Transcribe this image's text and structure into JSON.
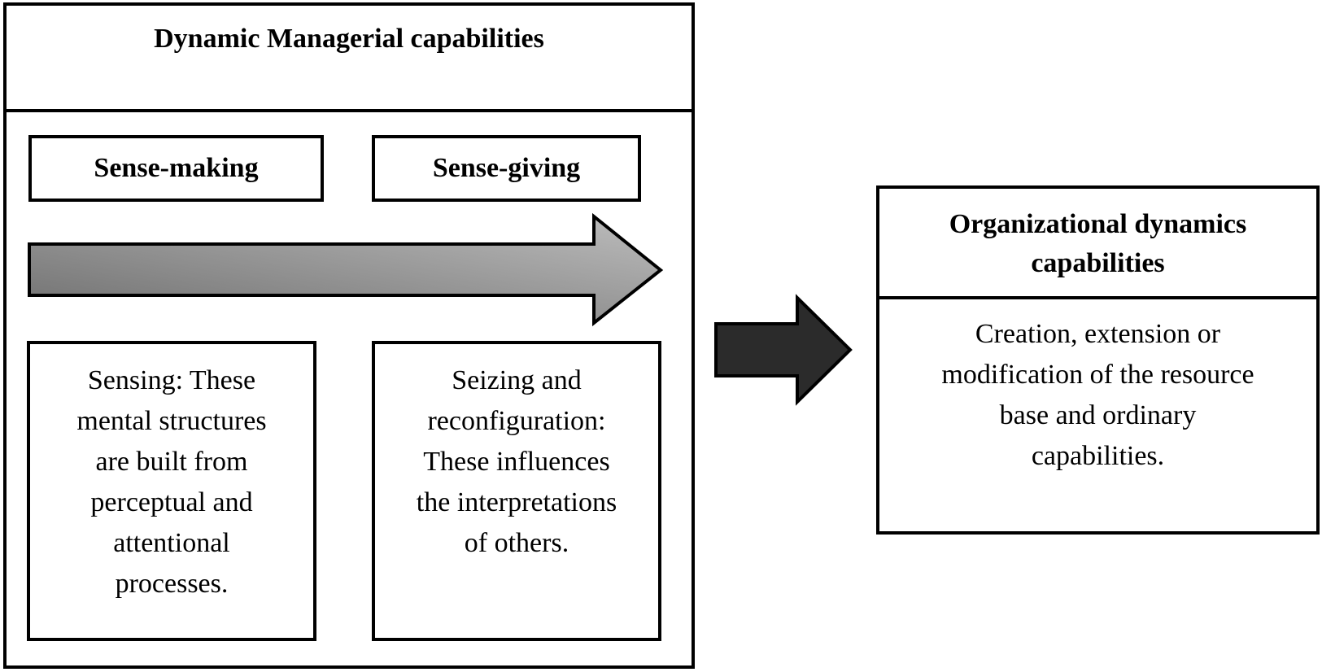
{
  "left_panel": {
    "title": "Dynamic Managerial capabilities",
    "sense_making_label": "Sense-making",
    "sense_giving_label": "Sense-giving",
    "sensing_text": "Sensing: These\nmental structures\nare built from\nperceptual and\nattentional\nprocesses.",
    "seizing_text": "Seizing and\nreconfiguration:\nThese influences\nthe interpretations\nof others."
  },
  "right_panel": {
    "title": "Organizational dynamics\ncapabilities",
    "body_text": "Creation, extension or\nmodification of the resource\nbase and ordinary\ncapabilities."
  },
  "colors": {
    "gradient_start": "#6e6e6e",
    "gradient_end": "#bdbdbd",
    "connector_arrow": "#2b2b2b",
    "stroke": "#000000"
  }
}
